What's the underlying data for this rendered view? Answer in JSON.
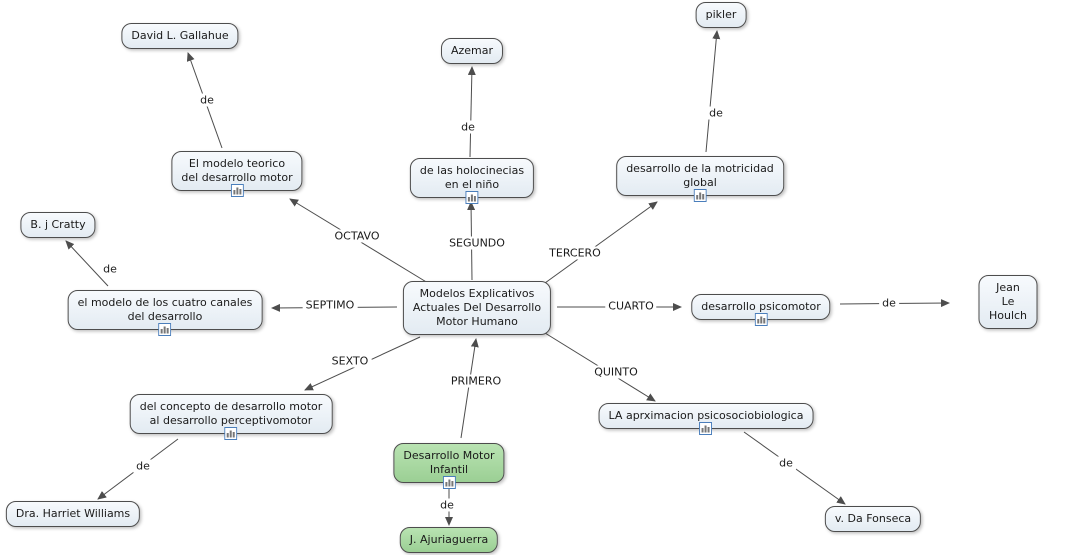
{
  "diagram_title": "Modelos Explicativos Actuales Del Desarrollo Motor Humano",
  "colors": {
    "node_fill_top": "#f7fafd",
    "node_fill_bottom": "#e3ebf2",
    "node_border": "#4d4d4d",
    "green_fill_top": "#b9e3b2",
    "green_fill_bottom": "#9bcf94",
    "line": "#4d4d4d",
    "label_text": "#1a1a1a",
    "icon_border": "#4a7ebb"
  },
  "nodes": {
    "central": {
      "label": "Modelos Explicativos\nActuales Del Desarrollo\nMotor Humano"
    },
    "gallahue": {
      "label": "David L. Gallahue"
    },
    "azemar": {
      "label": "Azemar"
    },
    "pikler": {
      "label": "pikler"
    },
    "modelo_teorico": {
      "label": "El modelo teorico\ndel desarrollo motor"
    },
    "holocinecias": {
      "label": "de las holocinecias\nen el niño"
    },
    "motricidad_global": {
      "label": "desarrollo de la motricidad\nglobal"
    },
    "cratty": {
      "label": "B. j Cratty"
    },
    "cuatro_canales": {
      "label": "el modelo de los cuatro canales\ndel desarrollo"
    },
    "psicomotor": {
      "label": "desarrollo psicomotor"
    },
    "le_houlch": {
      "label": "Jean  Le Houlch"
    },
    "concepto_perceptivomotor": {
      "label": "del concepto de desarrollo motor\nal desarrollo perceptivomotor"
    },
    "desarrollo_motor_infantil": {
      "label": "Desarrollo Motor\nInfantil"
    },
    "psicosociobiologica": {
      "label": "LA aprximacion psicosociobiologica"
    },
    "harriet_williams": {
      "label": "Dra. Harriet Williams"
    },
    "ajuriaguerra": {
      "label": "J. Ajuriaguerra"
    },
    "da_fonseca": {
      "label": "v. Da Fonseca"
    }
  },
  "edge_labels": {
    "primero": "PRIMERO",
    "segundo": "SEGUNDO",
    "tercero": "TERCERO",
    "cuarto": "CUARTO",
    "quinto": "QUINTO",
    "sexto": "SEXTO",
    "septimo": "SEPTIMO",
    "octavo": "OCTAVO",
    "de": "de"
  }
}
